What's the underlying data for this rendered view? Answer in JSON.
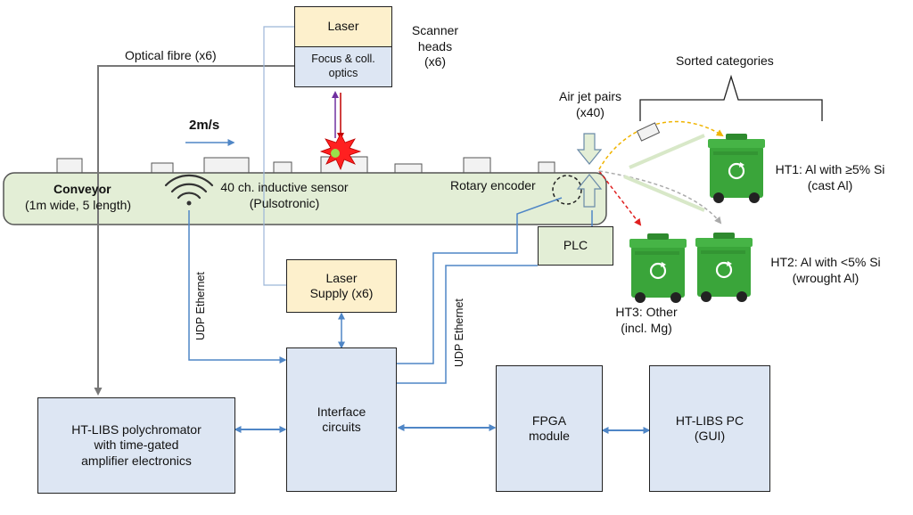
{
  "conveyor": {
    "title": "Conveyor",
    "subtitle": "(1m wide, 5 length)",
    "speed": "2m/s",
    "sensor": "40 ch. inductive sensor\n(Pulsotronic)",
    "encoder": "Rotary encoder"
  },
  "laser": {
    "label": "Laser",
    "optics": "Focus & coll.\noptics",
    "scanner_heads": "Scanner\nheads\n(x6)",
    "supply": "Laser\nSupply (x6)"
  },
  "optical_fibre": "Optical fibre (x6)",
  "air_jets": "Air jet pairs\n(x40)",
  "sorted_categories": "Sorted categories",
  "bins": {
    "ht1": "HT1: Al with ≥5% Si\n(cast Al)",
    "ht2": "HT2: Al with <5% Si\n(wrought Al)",
    "ht3": "HT3: Other\n(incl. Mg)"
  },
  "plc": "PLC",
  "udp_left": "UDP Ethernet",
  "udp_right": "UDP Ethernet",
  "polychromator": "HT-LIBS polychromator\nwith time-gated\namplifier electronics",
  "interface": "Interface\ncircuits",
  "fpga": "FPGA\nmodule",
  "pc": "HT-LIBS PC\n(GUI)",
  "colors": {
    "box_blue": "#dde6f3",
    "box_tan": "#fdf0cc",
    "conveyor_green": "#e3eed6",
    "bin_green": "#3aa53a",
    "link_blue": "#4f86c6"
  },
  "icons": {
    "bins": "recycle-bin-icon",
    "sensor": "wifi-signal-icon",
    "laser_spark": "laser-spark-icon"
  }
}
